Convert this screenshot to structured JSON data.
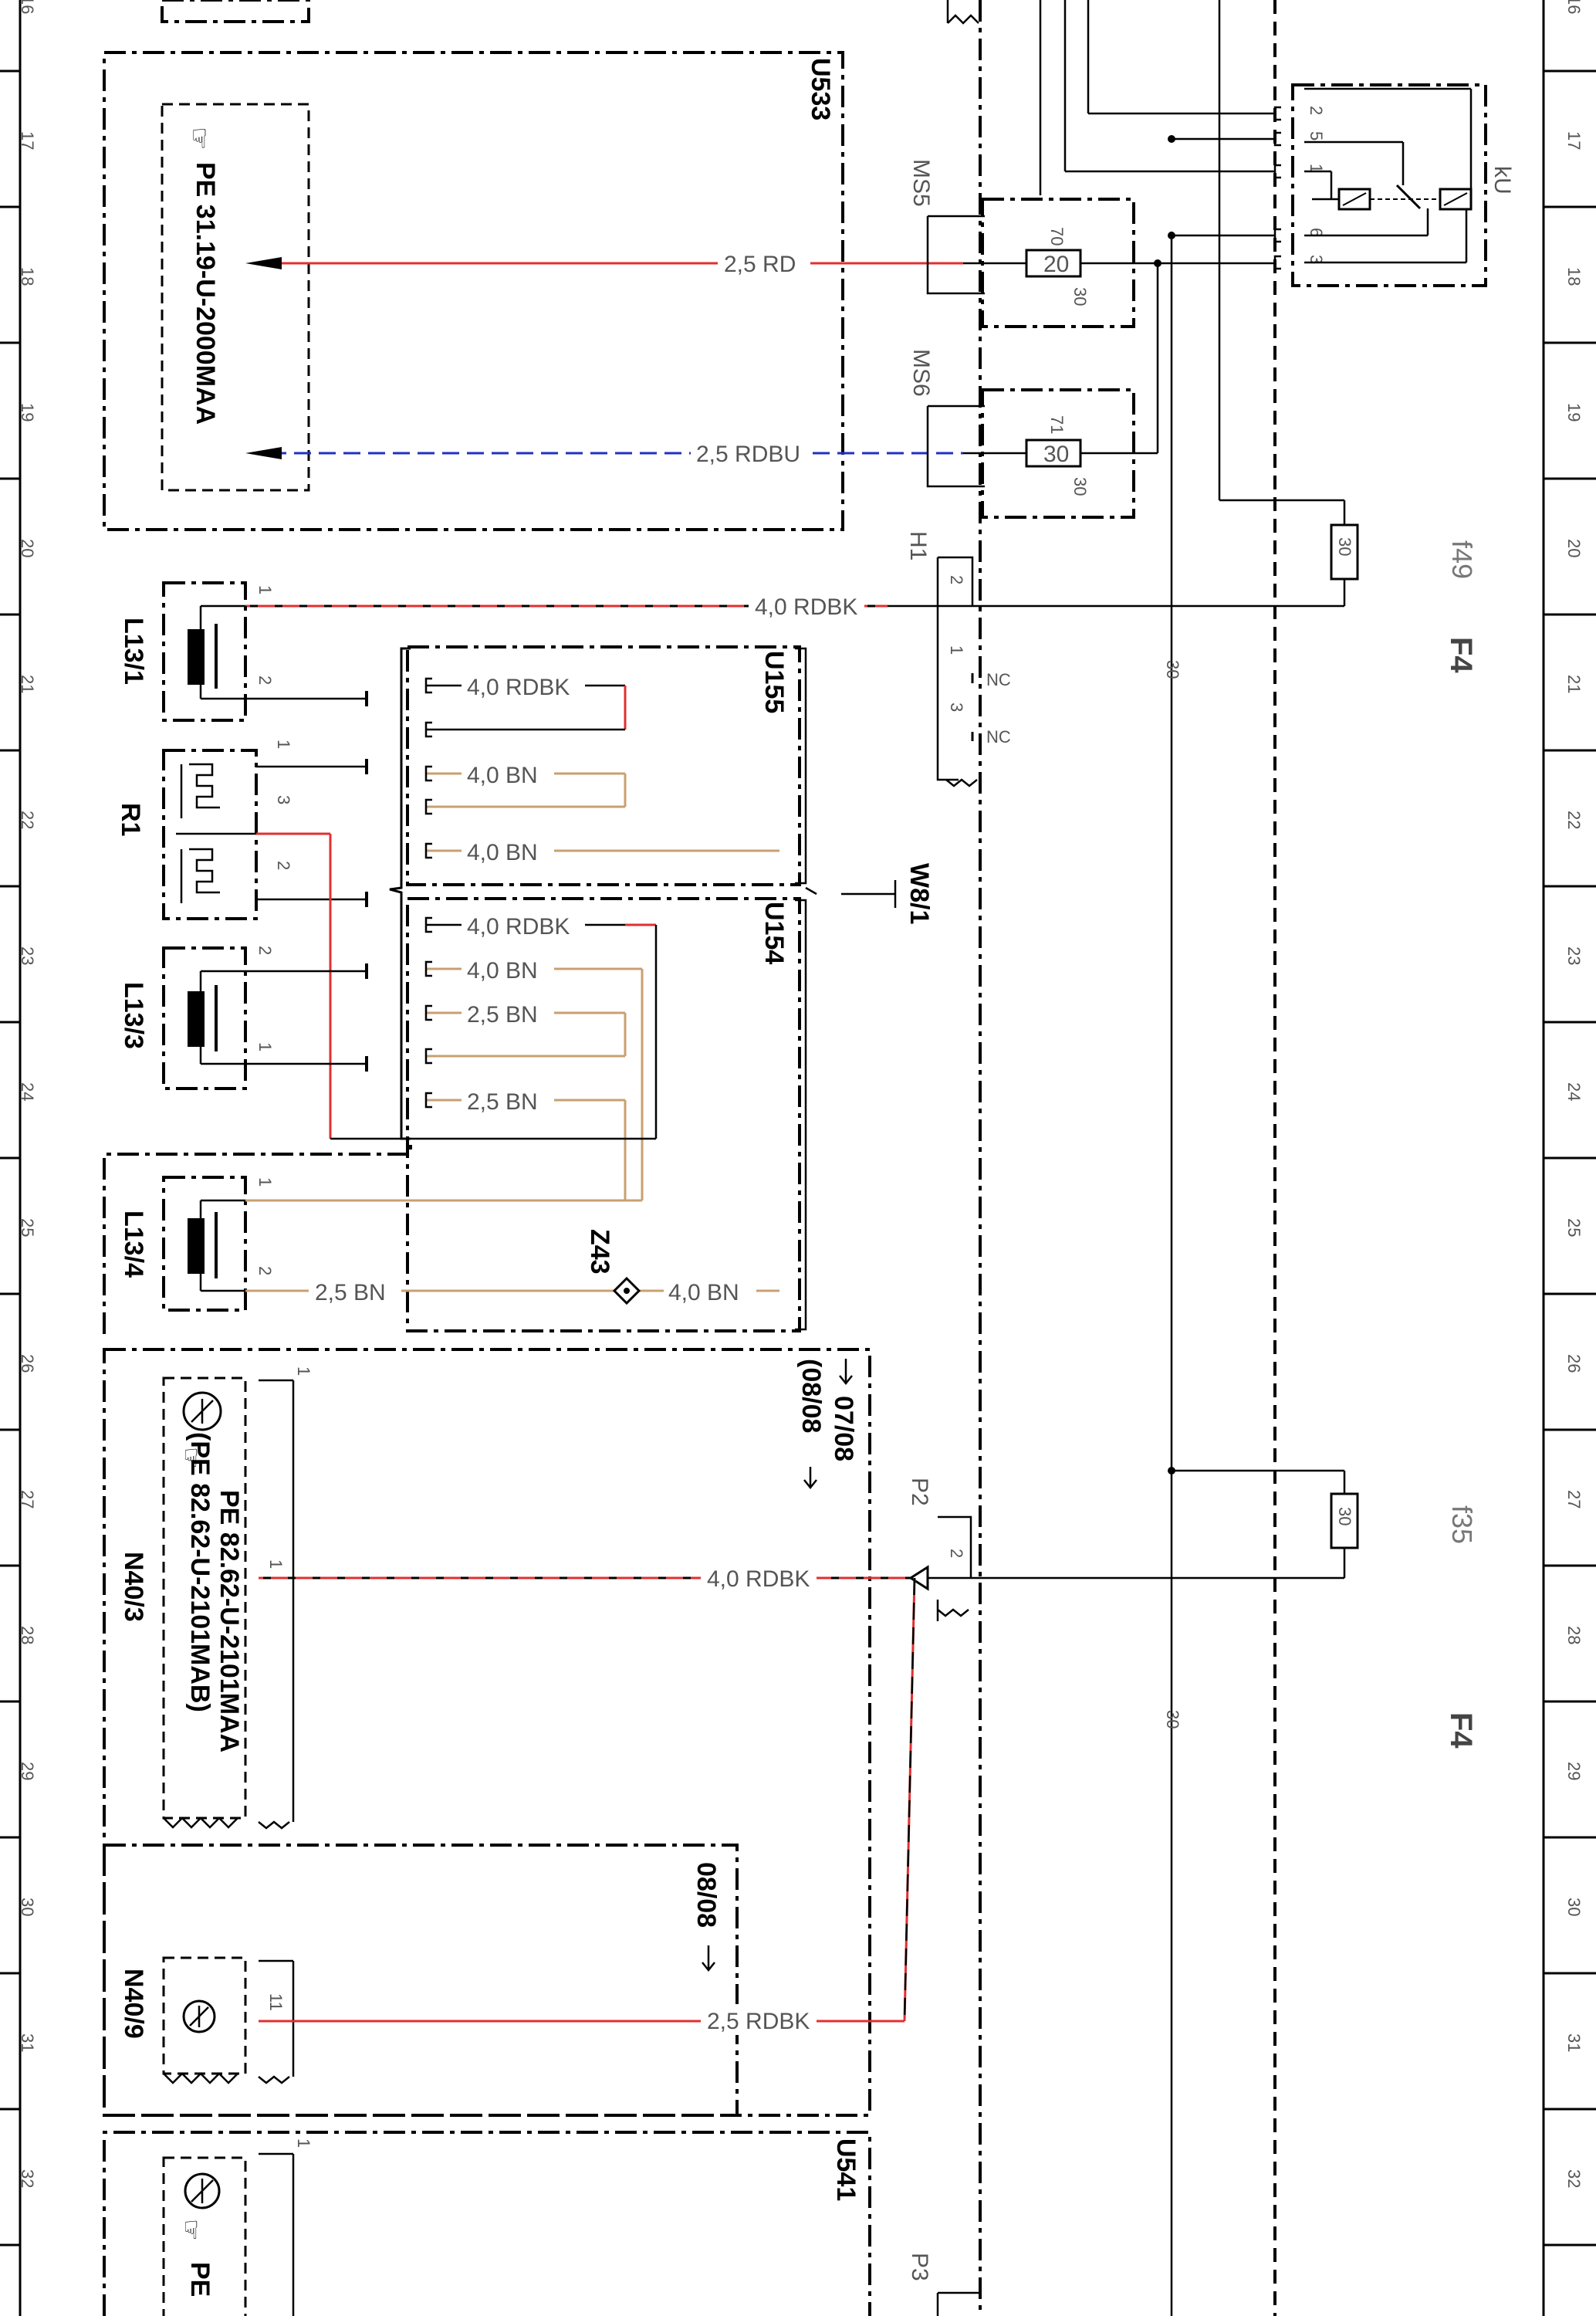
{
  "ruler": {
    "rows": [
      "16",
      "17",
      "18",
      "19",
      "20",
      "21",
      "22",
      "23",
      "24",
      "25",
      "26",
      "27",
      "28",
      "29",
      "30",
      "31",
      "32"
    ]
  },
  "components": {
    "u533": {
      "ref": "U533",
      "pe": "PE 31.19-U-2000MAA"
    },
    "ms5": {
      "ref": "MS5",
      "pin_in": "70",
      "rating": "20",
      "pin_out": "30"
    },
    "ms6": {
      "ref": "MS6",
      "pin_in": "71",
      "rating": "30",
      "pin_out": "30"
    },
    "ku": {
      "ref": "kU",
      "pins": [
        "2",
        "5",
        "1",
        "6",
        "3"
      ]
    },
    "h1": {
      "ref": "H1",
      "pins": [
        "2",
        "1",
        "3"
      ],
      "nc": "NC"
    },
    "f49": {
      "ref": "f49",
      "rating": "30",
      "group": "F4"
    },
    "f35": {
      "ref": "f35",
      "rating": "30",
      "group": "F4"
    },
    "bus30": {
      "label": "30"
    },
    "l13_1": {
      "ref": "L13/1",
      "pins": [
        "1",
        "2"
      ]
    },
    "r1": {
      "ref": "R1",
      "pins": [
        "1",
        "3",
        "2"
      ]
    },
    "l13_3": {
      "ref": "L13/3",
      "pins": [
        "2",
        "1"
      ]
    },
    "l13_4": {
      "ref": "L13/4",
      "pins": [
        "1",
        "2"
      ]
    },
    "u155": {
      "ref": "U155"
    },
    "u154": {
      "ref": "U154"
    },
    "w8_1": {
      "ref": "W8/1"
    },
    "z43": {
      "ref": "Z43"
    },
    "n40_3": {
      "ref": "N40/3",
      "pe_a": "PE 82.62-U-2101MAA",
      "pe_b": "(PE 82.62-U-2101MAB)",
      "pin": "1",
      "pin_top": "1",
      "date_a": "07/08",
      "date_b": "(08/08"
    },
    "n40_9": {
      "ref": "N40/9",
      "pin": "11",
      "date": "08/08"
    },
    "p2": {
      "ref": "P2",
      "pin": "2"
    },
    "p3": {
      "ref": "P3"
    },
    "u541": {
      "ref": "U541",
      "pe": "PE",
      "pin": "1"
    }
  },
  "wires": {
    "w_rd_25": "2,5 RD",
    "w_rdbu_25": "2,5 RDBU",
    "w_rdbk_40_h1": "4,0 RDBK",
    "u155_a": "4,0 RDBK",
    "u155_b": "4,0 BN",
    "u155_c": "4,0 BN",
    "u154_a": "4,0 RDBK",
    "u154_b": "4,0 BN",
    "u154_c": "2,5 BN",
    "u154_d": "2,5 BN",
    "l13_4_bn": "2,5 BN",
    "z43_bn": "4,0 BN",
    "p2_rdbk": "4,0 RDBK",
    "n40_9_rdbk": "2,5 RDBK"
  },
  "colors": {
    "red": "#e03030",
    "brown": "#c8a070",
    "blue": "#2030c0",
    "black": "#000000"
  }
}
